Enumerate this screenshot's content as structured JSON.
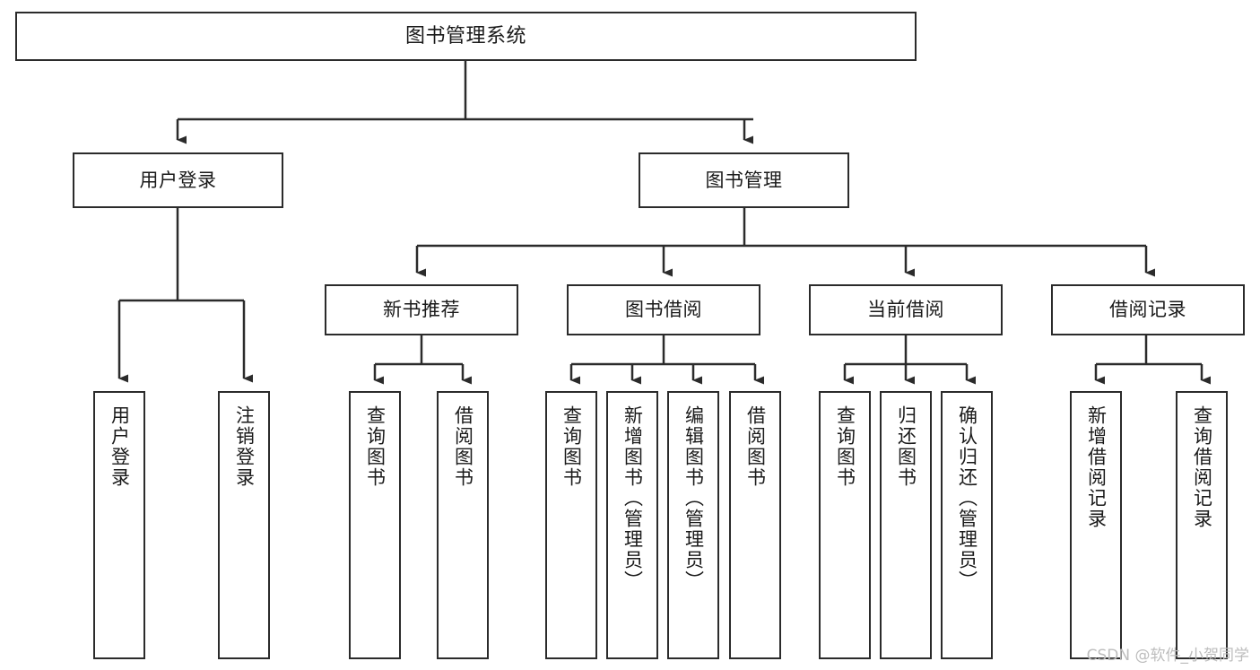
{
  "diagram": {
    "title": "图书管理系统",
    "type": "tree-hierarchy",
    "watermark": "CSDN @软件_小贺同学",
    "style": {
      "box_border_color": "#2b2b2b",
      "box_fill_color": "#ffffff",
      "edge_color": "#2b2b2b",
      "text_color": "#1a1a1a",
      "watermark_color": "#bdbdbd"
    },
    "nodes": {
      "root": {
        "label": "图书管理系统"
      },
      "level2": [
        {
          "id": "user-login",
          "label": "用户登录"
        },
        {
          "id": "book-manage",
          "label": "图书管理"
        }
      ],
      "level3": [
        {
          "id": "new-book-recommend",
          "label": "新书推荐"
        },
        {
          "id": "book-borrow",
          "label": "图书借阅"
        },
        {
          "id": "current-borrow",
          "label": "当前借阅"
        },
        {
          "id": "borrow-record",
          "label": "借阅记录"
        }
      ],
      "leaves": {
        "user_login": [
          {
            "id": "leaf-user-login",
            "label": "用户登录"
          },
          {
            "id": "leaf-logout-login",
            "label": "注销登录"
          }
        ],
        "new_book_recommend": [
          {
            "id": "leaf-query-book-1",
            "label": "查询图书"
          },
          {
            "id": "leaf-borrow-book-1",
            "label": "借阅图书"
          }
        ],
        "book_borrow": [
          {
            "id": "leaf-query-book-2",
            "label": "查询图书"
          },
          {
            "id": "leaf-add-book",
            "label": "新增图书（管理员）"
          },
          {
            "id": "leaf-edit-book",
            "label": "编辑图书（管理员）"
          },
          {
            "id": "leaf-borrow-book-2",
            "label": "借阅图书"
          }
        ],
        "current_borrow": [
          {
            "id": "leaf-query-book-3",
            "label": "查询图书"
          },
          {
            "id": "leaf-return-book",
            "label": "归还图书"
          },
          {
            "id": "leaf-confirm-return",
            "label": "确认归还（管理员）"
          }
        ],
        "borrow_record": [
          {
            "id": "leaf-add-record",
            "label": "新增借阅记录"
          },
          {
            "id": "leaf-query-record",
            "label": "查询借阅记录"
          }
        ]
      }
    }
  }
}
